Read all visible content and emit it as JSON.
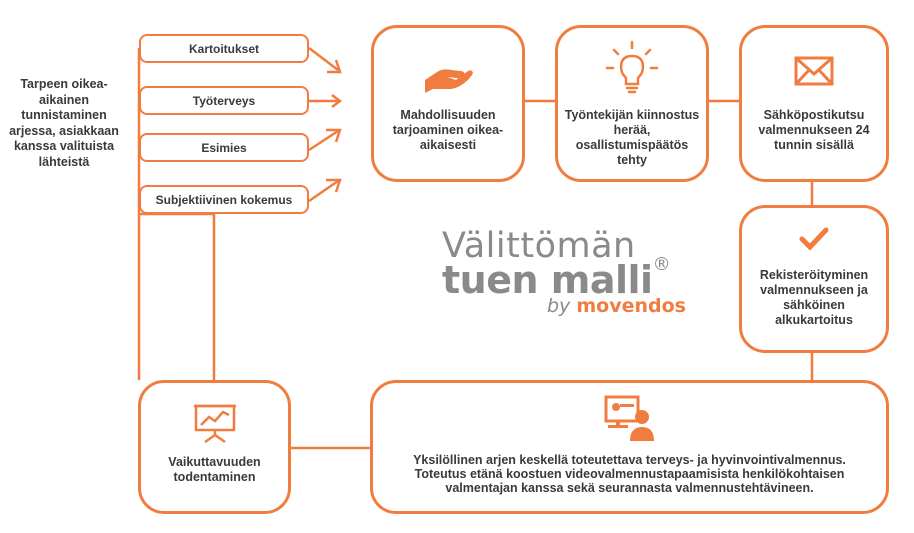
{
  "left_text": "Tarpeen oikea-aikainen tunnistaminen arjessa, asiakkaan kanssa valituista lähteistä",
  "sources": [
    {
      "label": "Kartoitukset"
    },
    {
      "label": "Työterveys"
    },
    {
      "label": "Esimies"
    },
    {
      "label": "Subjektiivinen kokemus"
    }
  ],
  "steps": {
    "offer": {
      "text": "Mahdollisuuden tarjoaminen oikea-aikaisesti",
      "icon": "hand-icon"
    },
    "interest": {
      "text": "Työntekijän kiinnostus herää, osallistumispäätös tehty",
      "icon": "lightbulb-icon"
    },
    "email": {
      "text": "Sähköpostikutsu valmennukseen 24 tunnin sisällä",
      "icon": "envelope-icon"
    },
    "register": {
      "text": "Rekisteröityminen valmennukseen ja sähköinen alkukartoitus",
      "icon": "checkmark-icon"
    },
    "coaching": {
      "text": "Yksilöllinen arjen keskellä toteutettava terveys- ja hyvinvointivalmennus. Toteutus etänä koostuen videovalmennustapaamisista henkilökohtaisen valmentajan kanssa sekä seurannasta valmennustehtävineen.",
      "icon": "presenter-icon"
    },
    "verify": {
      "text": "Vaikuttavuuden todentaminen",
      "icon": "chart-board-icon"
    }
  },
  "logo": {
    "line1": "Välittömän",
    "line2": "tuen malli",
    "registered": "®",
    "by": "by",
    "brand": "movendos"
  },
  "colors": {
    "accent": "#f07d3f",
    "text": "#3a3a3a",
    "logo_gray": "#8a8a8a"
  }
}
